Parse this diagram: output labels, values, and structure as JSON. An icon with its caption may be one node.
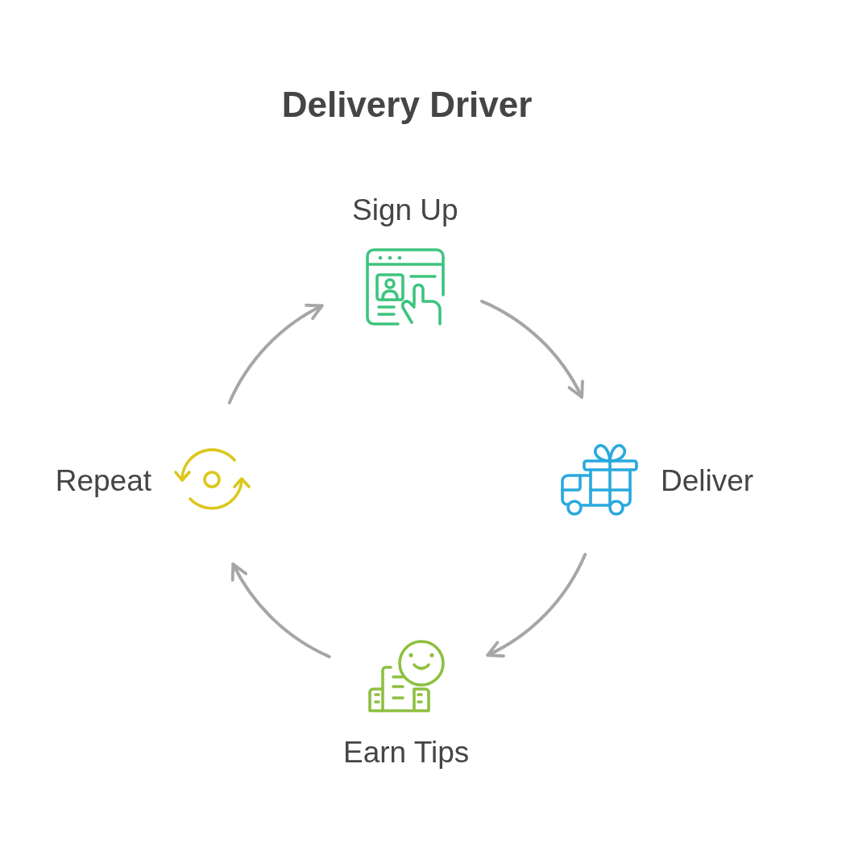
{
  "diagram": {
    "title": "Delivery Driver",
    "nodes": [
      {
        "text": [
          "Sign Up"
        ]
      },
      {
        "text": [
          "Deliver"
        ]
      },
      {
        "text": [
          "Earn Tips"
        ]
      },
      {
        "text": [
          "Repeat"
        ]
      }
    ],
    "edges": [
      {
        "from": 0,
        "to": 1,
        "arrow": "to"
      },
      {
        "from": 1,
        "to": 2,
        "arrow": "to"
      },
      {
        "from": 2,
        "to": 3,
        "arrow": "to"
      },
      {
        "from": 3,
        "to": 0,
        "arrow": "to"
      }
    ]
  }
}
